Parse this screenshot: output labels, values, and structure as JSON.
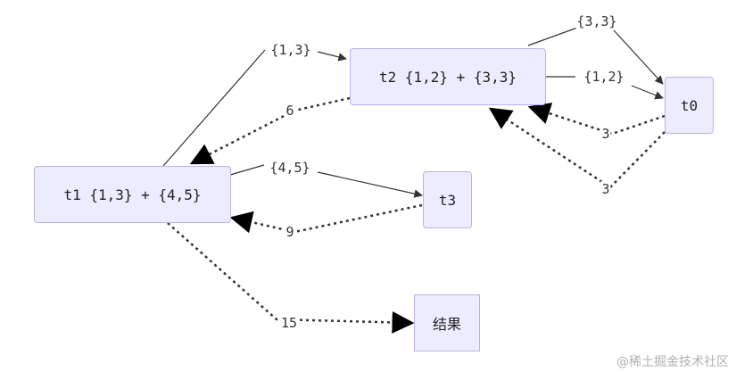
{
  "nodes": {
    "t1": "t1 {1,3} + {4,5}",
    "t2": "t2 {1,2} + {3,3}",
    "t3": "t3",
    "t0": "t0",
    "result": "结果"
  },
  "edges": {
    "t1_t2": "{1,3}",
    "t2_t1": "6",
    "t2_t0_a": "{3,3}",
    "t2_t0_b": "{1,2}",
    "t0_t2_a": "3",
    "t0_t2_b": "3",
    "t1_t3": "{4,5}",
    "t3_t1": "9",
    "t1_result": "15"
  },
  "watermark": "@稀土掘金技术社区",
  "colors": {
    "node_fill": "#ececfe",
    "node_border": "#b9b3ee",
    "line": "#333333"
  }
}
